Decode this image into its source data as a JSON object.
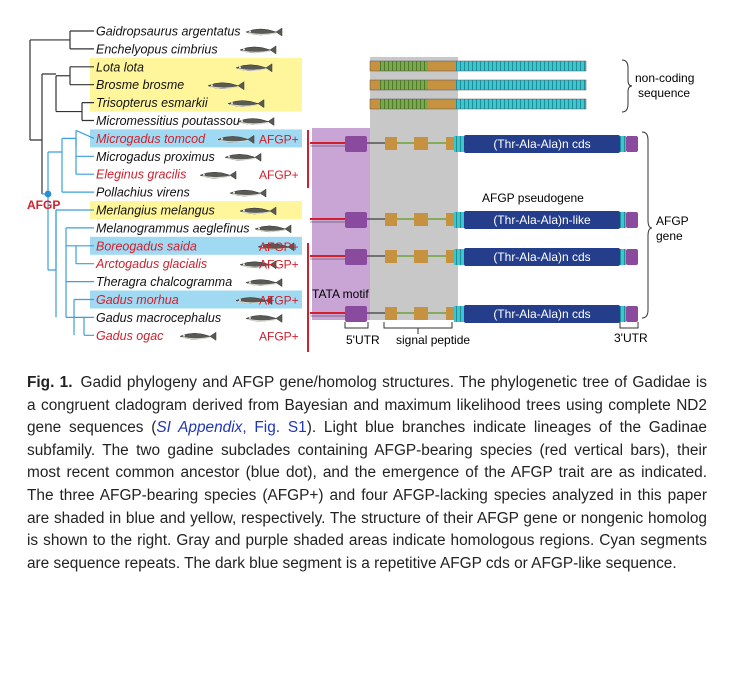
{
  "species": [
    {
      "name": "Gaidropsaurus argentatus",
      "style": "black",
      "afgp": false
    },
    {
      "name": "Enchelyopus cimbrius",
      "style": "black",
      "afgp": false
    },
    {
      "name": "Lota lota",
      "style": "yellow",
      "afgp": false
    },
    {
      "name": "Brosme brosme",
      "style": "yellow",
      "afgp": false
    },
    {
      "name": "Trisopterus esmarkii",
      "style": "yellow",
      "afgp": false
    },
    {
      "name": "Micromessitius poutassou",
      "style": "black",
      "afgp": false
    },
    {
      "name": "Microgadus tomcod",
      "style": "blue",
      "afgp": true
    },
    {
      "name": "Microgadus proximus",
      "style": "black",
      "afgp": false
    },
    {
      "name": "Eleginus gracilis",
      "style": "red",
      "afgp": true
    },
    {
      "name": "Pollachius virens",
      "style": "black",
      "afgp": false
    },
    {
      "name": "Merlangius melangus",
      "style": "yellow",
      "afgp": false
    },
    {
      "name": "Melanogrammus aeglefinus",
      "style": "black",
      "afgp": false
    },
    {
      "name": "Boreogadus saida",
      "style": "blue",
      "afgp": true
    },
    {
      "name": "Arctogadus glacialis",
      "style": "red",
      "afgp": true
    },
    {
      "name": "Theragra chalcogramma",
      "style": "black",
      "afgp": false
    },
    {
      "name": "Gadus morhua",
      "style": "blue",
      "afgp": true
    },
    {
      "name": "Gadus macrocephalus",
      "style": "black",
      "afgp": false
    },
    {
      "name": "Gadus ogac",
      "style": "red",
      "afgp": true
    }
  ],
  "afgp_plus_label": "AFGP+",
  "afgp_node_label": "AFGP",
  "genes": {
    "cds_label": "(Thr-Ala-Ala)n cds",
    "like_label": "(Thr-Ala-Ala)n-like",
    "pseudogene_label": "AFGP pseudogene",
    "tata_label": "TATA motif",
    "utr5_label": "5'UTR",
    "signal_label": "signal peptide",
    "utr3_label": "3'UTR",
    "noncoding_line1": "non-coding",
    "noncoding_line2": "sequence",
    "afgp_gene_line1": "AFGP",
    "afgp_gene_line2": "gene"
  },
  "colors": {
    "yellow_shade": "#fff59a",
    "blue_shade": "#9fd9f2",
    "red": "#d21f2c",
    "light_blue_branch": "#3aa0dd",
    "purple_region": "#c9a5d6",
    "gray_region": "#c8c8c8",
    "cyan_repeat": "#3cc6cf",
    "dark_blue_cds": "#253e8c",
    "purple_segment": "#8a4a9e",
    "orange_segment": "#c7923f",
    "green_segment": "#7aa84a"
  },
  "caption": {
    "fig_label": "Fig. 1.",
    "text_1": "Gadid phylogeny and AFGP gene/homolog structures. The phylogenetic tree of Gadidae is a congruent cladogram derived from Bayesian and maximum likelihood trees using complete ND2 gene sequences (",
    "link_italic": "SI Appendix",
    "link_rest": ", Fig. S1",
    "text_2": "). Light blue branches indicate lineages of the Gadinae subfamily. The two gadine subclades containing AFGP-bearing species (red vertical bars), their most recent common ancestor (blue dot), and the emergence of the AFGP trait are as indicated. The three AFGP-bearing species (AFGP+) and four AFGP-lacking species analyzed in this paper are shaded in blue and yellow, respectively. The structure of their AFGP gene or nongenic homolog is shown to the right. Gray and purple shaded areas indicate homologous regions. Cyan segments are sequence repeats. The dark blue segment is a repetitive AFGP cds or AFGP-like sequence."
  }
}
